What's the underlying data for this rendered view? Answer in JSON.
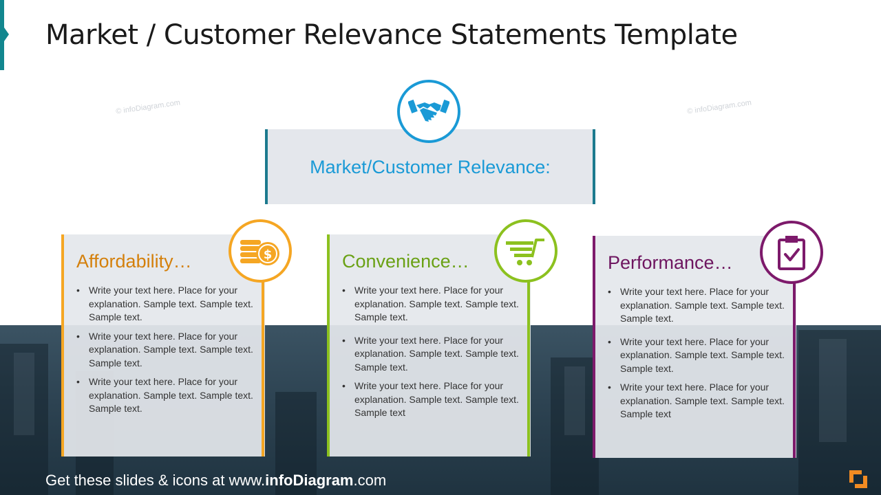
{
  "title": "Market / Customer Relevance Statements Template",
  "center": {
    "label": "Market/Customer Relevance:",
    "icon": "handshake-icon",
    "color": "#1a9ad6"
  },
  "cards": [
    {
      "title": "Affordability…",
      "icon": "coins-icon",
      "color": "#f5a623",
      "title_color": "#d4800c",
      "bullets": [
        "Write your text here. Place for your explanation. Sample text. Sample text. Sample text.",
        "Write your text here. Place for your explanation. Sample text. Sample text. Sample text.",
        "Write your text here. Place for your explanation. Sample text. Sample text. Sample text."
      ]
    },
    {
      "title": "Convenience…",
      "icon": "shopping-cart-icon",
      "color": "#8cc11f",
      "title_color": "#6aa115",
      "bullets": [
        "Write your text here. Place for your explanation. Sample text. Sample text. Sample text.",
        "Write your text here. Place for your explanation. Sample text. Sample text. Sample text.",
        "Write your text here. Place for your explanation. Sample text. Sample text. Sample text"
      ]
    },
    {
      "title": "Performance…",
      "icon": "clipboard-check-icon",
      "color": "#7d1a6b",
      "title_color": "#6e1660",
      "bullets": [
        "Write your text here. Place for your explanation. Sample text. Sample text. Sample text.",
        "Write your text here. Place for your explanation. Sample text. Sample text. Sample text.",
        "Write your text here. Place for your explanation. Sample text. Sample text. Sample text"
      ]
    }
  ],
  "footer": {
    "prefix": "Get these slides & icons at www.",
    "brand": "infoDiagram",
    "suffix": ".com"
  },
  "watermark": "© infoDiagram.com",
  "accent_color": "#12878f"
}
